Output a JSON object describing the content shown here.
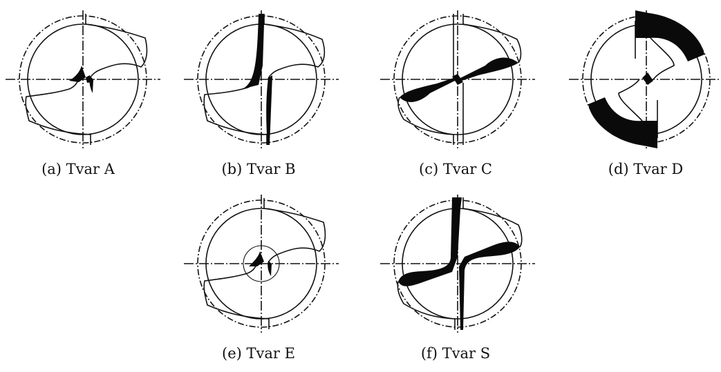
{
  "figures": [
    {
      "id": "a",
      "caption": "(a) Tvar A"
    },
    {
      "id": "b",
      "caption": "(b) Tvar B"
    },
    {
      "id": "c",
      "caption": "(c) Tvar C"
    },
    {
      "id": "d",
      "caption": "(d) Tvar D"
    },
    {
      "id": "e",
      "caption": "(e) Tvar E"
    },
    {
      "id": "f",
      "caption": "(f) Tvar S"
    }
  ],
  "colors": {
    "line": "#111111",
    "fill": "#0a0a0a",
    "background": "#ffffff"
  }
}
